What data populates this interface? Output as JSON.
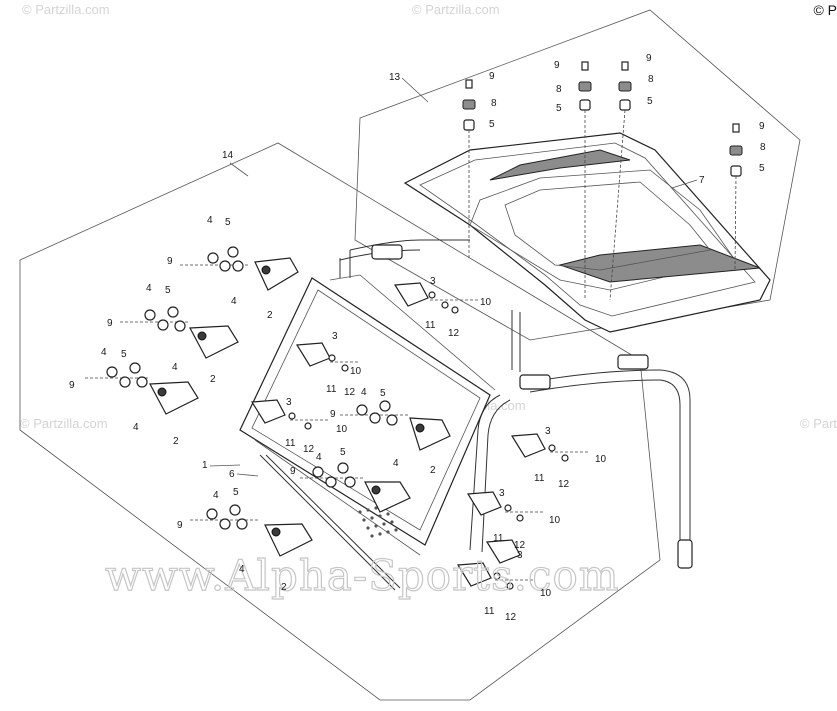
{
  "watermarks": {
    "partzilla": "© Partzilla.com",
    "alpha": "www.Alpha-Sports.com",
    "corner": "© P"
  },
  "callouts": {
    "n1": "1",
    "n2": "2",
    "n3": "3",
    "n4": "4",
    "n5": "5",
    "n6": "6",
    "n7": "7",
    "n8": "8",
    "n9": "9",
    "n10": "10",
    "n11": "11",
    "n12": "12",
    "n13": "13",
    "n14": "14"
  }
}
